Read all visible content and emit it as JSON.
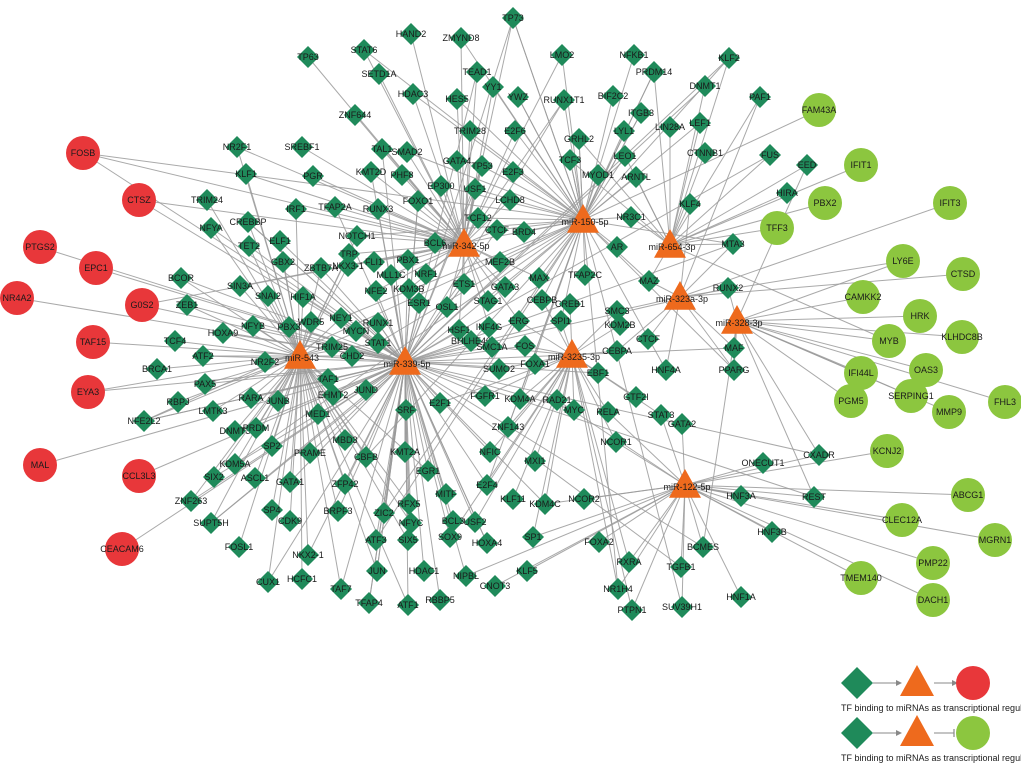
{
  "colors": {
    "tf": "#1f8a5a",
    "mirna": "#ee6a1d",
    "up": "#e8373a",
    "down": "#8cc63f",
    "edge": "#9a9a9a"
  },
  "legend": {
    "up_label": "TF binding to miRNAs as transcriptional regulats mRNA up",
    "down_label": "TF binding to miRNAs as transcriptional regulats mRNA down"
  },
  "mirnas": [
    "miR-342-5p",
    "miR-150-5p",
    "miR-654-3p",
    "miR-323a-3p",
    "miR-328-3p",
    "miR-543",
    "miR-339-5p",
    "miR-3235-3p",
    "miR-122-5p"
  ],
  "up_genes": [
    "FOSB",
    "CTSZ",
    "PTGS2",
    "EPC1",
    "NR4A2",
    "G0S2",
    "TAF15",
    "EYA3",
    "MAL",
    "CCL3L3",
    "CEACAM6"
  ],
  "down_genes": [
    "FAM43A",
    "IFIT1",
    "PBX2",
    "IFIT3",
    "TFF3",
    "LY6E",
    "CTSD",
    "CAMKK2",
    "HRK",
    "KLHDC8B",
    "MYB",
    "OAS3",
    "IFI44L",
    "FHL3",
    "SERPING1",
    "PGM5",
    "MMP9",
    "KCNJ2",
    "ABCG1",
    "CLEC12A",
    "MGRN1",
    "PMP22",
    "TMEM140",
    "DACH1"
  ],
  "tfs": [
    "TP73",
    "HAND2",
    "ZMYND8",
    "TP63",
    "STAT6",
    "TEAD1",
    "YY1",
    "YWZ",
    "LMO2",
    "NFKB1",
    "KLF2",
    "SETD1A",
    "HES5",
    "BIF2C2",
    "PRDM14",
    "DNMT1",
    "PAF1",
    "ZNF644",
    "HDAC3",
    "TRIM28",
    "RUNX1T1",
    "ITGB3",
    "E2F6",
    "LIN28A",
    "LEF1",
    "TAL1",
    "SMAD2",
    "GATA4",
    "GRHL2",
    "LYL1",
    "TP53",
    "E2F3",
    "KMT2D",
    "PHF8",
    "EP300",
    "USF1",
    "LEO1",
    "CTNNB1",
    "NR2F1",
    "SREBF1",
    "FOXO1",
    "LCHD8",
    "TCF3",
    "MYOD1",
    "ARNTL",
    "FUS",
    "KLF1",
    "PGR",
    "RUNX3",
    "TCF12",
    "CTCF",
    "BRD4",
    "EED",
    "TRIM24",
    "IRF1",
    "TFAP2A",
    "NOTCH1",
    "BCL6",
    "KLF4",
    "HIRA",
    "CREBBP",
    "FLI1",
    "PBX1",
    "NR3C1",
    "NFYA",
    "TET2",
    "ELF1",
    "NRF1",
    "MEF2B",
    "AR",
    "MTA3",
    "GBX2",
    "TBP",
    "NKX3-1",
    "ZBTB7A",
    "MLL1C",
    "BCOR",
    "SIN3A",
    "NFE2",
    "KDM3B",
    "ETS1",
    "GATA3",
    "MAX",
    "TFAP2C",
    "MAZ",
    "RUNX2",
    "ZEB1",
    "SNAI2",
    "HIF1A",
    "ESR1",
    "OSL1",
    "STAG1",
    "CEBPB",
    "CREB1",
    "SMC3",
    "NFYB",
    "PBX3",
    "WDR5",
    "NEY1",
    "MYCN",
    "RUNX1",
    "KDM2B",
    "HSF1",
    "INF4G",
    "ERG",
    "SPI1",
    "HOXA9",
    "TCF4",
    "ATF2",
    "NR2F2",
    "TRIM25",
    "CHD2",
    "STAT1",
    "BHLHE40",
    "SMC1A",
    "FOS",
    "FOXA1",
    "CTCF",
    "CEBPA",
    "HNF4A",
    "MAF",
    "BRCA1",
    "PAX5",
    "TAF1",
    "SUMO2",
    "EBF1",
    "PPARG",
    "RBPJ",
    "RARA",
    "JUNB",
    "EHMT2",
    "JUND",
    "FGFR1",
    "KDM4A",
    "RAD21",
    "MYC",
    "RELA",
    "GTF2I",
    "STAT3",
    "GATA2",
    "NFE2L2",
    "LMTK3",
    "DNMT3",
    "PRDM",
    "MED1",
    "SRF",
    "E2F1",
    "ZNF143",
    "NCOR1",
    "ONECUT1",
    "CXADR",
    "SP2",
    "PRAME",
    "MBD3",
    "CBFB",
    "KMT2A",
    "EGR1",
    "MXI1",
    "NFIC",
    "HNF3A",
    "REST",
    "KDM5A",
    "SIX2",
    "ASCL1",
    "GATA1",
    "ZFP42",
    "RFX5",
    "MITF",
    "E2F4",
    "KLF11",
    "KDM4C",
    "NCOR2",
    "ZNF263",
    "SP4",
    "BRPF3",
    "ZIC2",
    "NFYC",
    "BCL3",
    "USF2",
    "FOXA2",
    "BCMES",
    "HNF3B",
    "SUPT5H",
    "CDK9",
    "SOX9",
    "HOXA4",
    "SP1",
    "FOSL1",
    "NKX2-1",
    "ATF3",
    "SIX5",
    "HDAC1",
    "NIPBL",
    "KLF5",
    "RXRA",
    "TGFB1",
    "NR1H4",
    "HNF1A",
    "CUX1",
    "HCFC1",
    "JUN",
    "CNOT3",
    "PTPN1",
    "SUV39H1",
    "TAF7",
    "TFAP4",
    "ATF1",
    "RBBP5"
  ]
}
